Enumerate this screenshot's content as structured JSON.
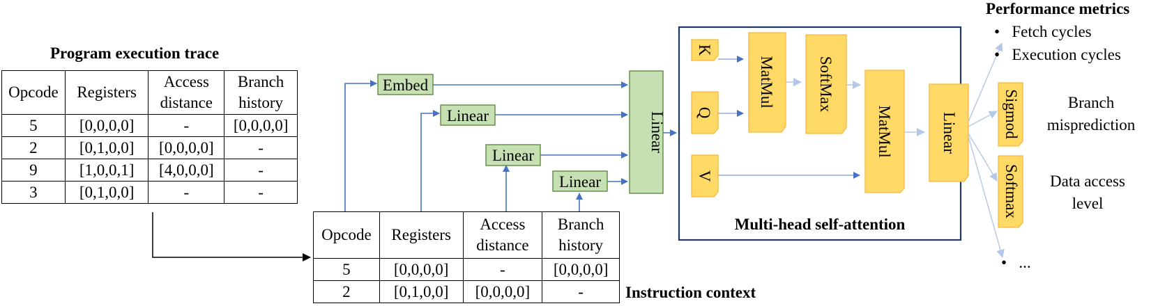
{
  "trace": {
    "title": "Program execution trace",
    "headers": [
      "Opcode",
      "Registers",
      "Access distance",
      "Branch history"
    ],
    "rows": [
      [
        "5",
        "[0,0,0,0]",
        "-",
        "[0,0,0,0]"
      ],
      [
        "2",
        "[0,1,0,0]",
        "[0,0,0,0]",
        "-"
      ],
      [
        "9",
        "[1,0,0,1]",
        "[4,0,0,0]",
        "-"
      ],
      [
        "3",
        "[0,1,0,0]",
        "-",
        "-"
      ]
    ]
  },
  "context": {
    "title": "Instruction context",
    "headers": [
      "Opcode",
      "Registers",
      "Access distance",
      "Branch history"
    ],
    "rows": [
      [
        "5",
        "[0,0,0,0]",
        "-",
        "[0,0,0,0]"
      ],
      [
        "2",
        "[0,1,0,0]",
        "[0,0,0,0]",
        "-"
      ]
    ]
  },
  "encoders": {
    "embed": "Embed",
    "linear_registers": "Linear",
    "linear_access": "Linear",
    "linear_branch": "Linear",
    "linear_merge": "Linear"
  },
  "attention": {
    "title": "Multi-head self-attention",
    "k": "K",
    "q": "Q",
    "v": "V",
    "matmul1": "MatMul",
    "softmax": "SoftMax",
    "matmul2": "MatMul",
    "linear": "Linear"
  },
  "heads": {
    "sigmoid": "Sigmod",
    "softmax": "Softmax"
  },
  "metrics": {
    "title": "Performance metrics",
    "bullets": [
      "Fetch cycles",
      "Execution cycles",
      "..."
    ],
    "branch_label_1": "Branch",
    "branch_label_2": "misprediction",
    "data_label_1": "Data access",
    "data_label_2": "level"
  },
  "colors": {
    "green_fill": "#c6e0b4",
    "green_stroke": "#548235",
    "yellow_fill": "#ffd966",
    "yellow_stroke": "#f4b942",
    "blue_arrow": "#4472c4",
    "light_arrow": "#b4c7e7",
    "box_border": "#1f3864"
  }
}
